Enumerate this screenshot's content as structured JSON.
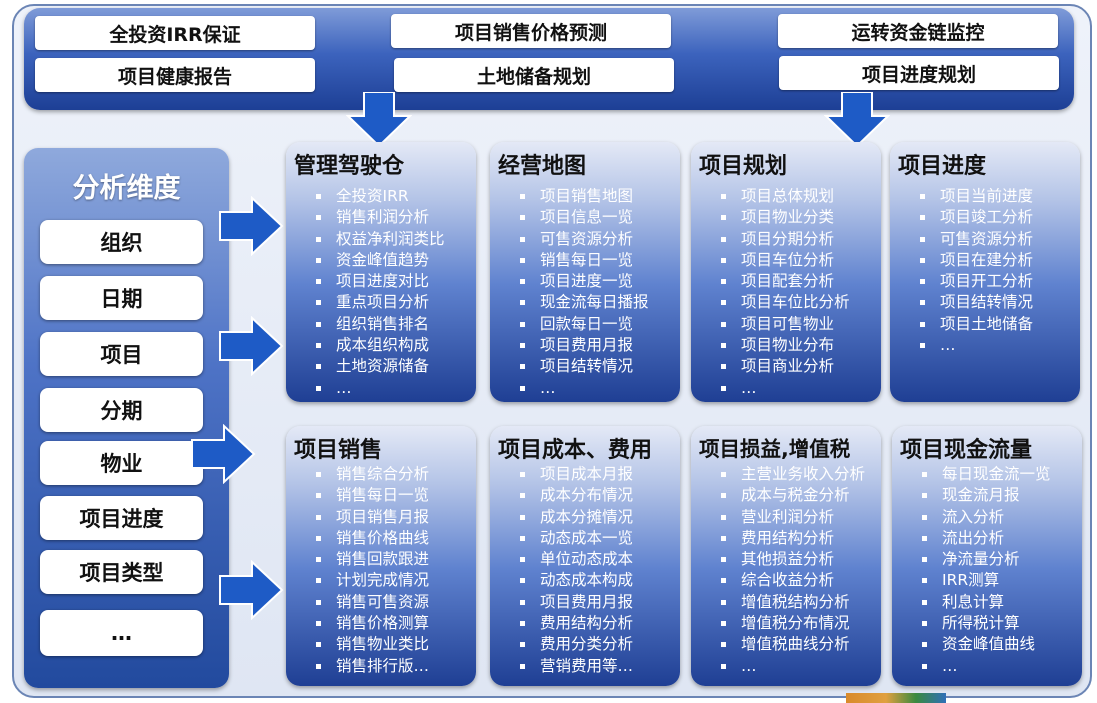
{
  "top_items": [
    "全投资IRR保证",
    "项目销售价格预测",
    "运转资金链监控",
    "项目健康报告",
    "土地储备规划",
    "项目进度规划"
  ],
  "dimension": {
    "title": "分析维度",
    "items": [
      "组织",
      "日期",
      "项目",
      "分期",
      "物业",
      "项目进度",
      "项目类型",
      "…"
    ]
  },
  "cards": [
    {
      "title": "管理驾驶仓",
      "items": [
        "全投资IRR",
        "销售利润分析",
        "权益净利润类比",
        "资金峰值趋势",
        "项目进度对比",
        "重点项目分析",
        "组织销售排名",
        "成本组织构成",
        "土地资源储备",
        "…"
      ]
    },
    {
      "title": "经营地图",
      "items": [
        "项目销售地图",
        "项目信息一览",
        "可售资源分析",
        "销售每日一览",
        "项目进度一览",
        "现金流每日播报",
        "回款每日一览",
        "项目费用月报",
        "项目结转情况",
        "…"
      ]
    },
    {
      "title": "项目规划",
      "items": [
        "项目总体规划",
        "项目物业分类",
        "项目分期分析",
        "项目车位分析",
        "项目配套分析",
        "项目车位比分析",
        "项目可售物业",
        "项目物业分布",
        "项目商业分析",
        "…"
      ]
    },
    {
      "title": "项目进度",
      "items": [
        "项目当前进度",
        "项目竣工分析",
        "可售资源分析",
        "项目在建分析",
        "项目开工分析",
        "项目结转情况",
        "项目土地储备",
        "…"
      ]
    },
    {
      "title": "项目销售",
      "items": [
        "销售综合分析",
        "销售每日一览",
        "项目销售月报",
        "销售价格曲线",
        "销售回款跟进",
        "计划完成情况",
        "销售可售资源",
        "销售价格测算",
        "销售物业类比",
        "销售排行版…"
      ]
    },
    {
      "title": "项目成本、费用",
      "items": [
        "项目成本月报",
        "成本分布情况",
        "成本分摊情况",
        "动态成本一览",
        "单位动态成本",
        "动态成本构成",
        "项目费用月报",
        "费用结构分析",
        "费用分类分析",
        "营销费用等…"
      ]
    },
    {
      "title": "项目损益,增值税",
      "items": [
        "主营业务收入分析",
        "成本与税金分析",
        "营业利润分析",
        "费用结构分析",
        "其他损益分析",
        "综合收益分析",
        "增值税结构分析",
        "增值税分布情况",
        "增值税曲线分析",
        "…"
      ]
    },
    {
      "title": "项目现金流量",
      "items": [
        "每日现金流一览",
        "现金流月报",
        "流入分析",
        "流出分析",
        "净流量分析",
        "IRR测算",
        "利息计算",
        "所得税计算",
        "资金峰值曲线",
        "…"
      ]
    }
  ],
  "colors": {
    "arrow": "#1e5bc6",
    "panel_dark": "#1f3f94",
    "panel_light": "#e4e9f6"
  }
}
